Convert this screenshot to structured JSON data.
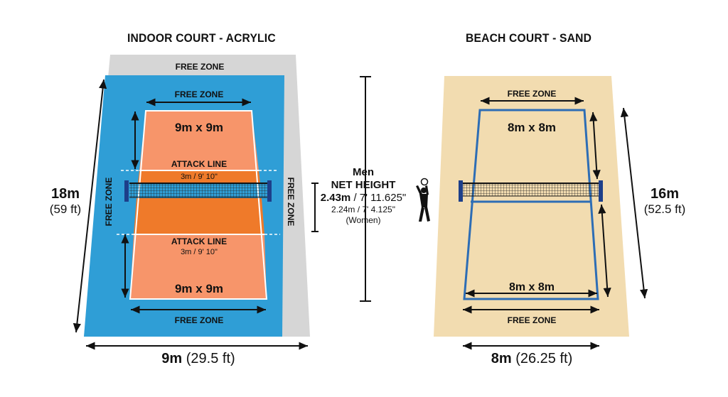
{
  "indoor": {
    "title": "INDOOR COURT - ACRYLIC",
    "free_zone_outer": "FREE ZONE",
    "free_zone_top": "FREE ZONE",
    "free_zone_left": "FREE ZONE",
    "free_zone_right": "FREE ZONE",
    "free_zone_bottom": "FREE ZONE",
    "half_top": "9m x 9m",
    "half_bottom": "9m x 9m",
    "attack_line_top": "ATTACK LINE",
    "attack_line_top_dim": "3m / 9' 10\"",
    "attack_line_bottom": "ATTACK LINE",
    "attack_line_bottom_dim": "3m / 9' 10\"",
    "length_value": "18m",
    "length_imperial": "(59 ft)",
    "width_value": "9m",
    "width_imperial": "(29.5 ft)"
  },
  "net": {
    "men_label": "Men",
    "title": "NET HEIGHT",
    "men_value": "2.43m",
    "men_imperial": "/ 7' 11.625\"",
    "women_value": "2.24m / 7' 4.125\"",
    "women_label": "(Women)"
  },
  "beach": {
    "title": "BEACH COURT - SAND",
    "free_zone_top": "FREE ZONE",
    "free_zone_bottom": "FREE ZONE",
    "half_top": "8m x 8m",
    "half_bottom": "8m x 8m",
    "length_value": "16m",
    "length_imperial": "(52.5 ft)",
    "width_value": "8m",
    "width_imperial": "(26.25 ft)"
  },
  "colors": {
    "indoor_outer": "#d6d6d6",
    "indoor_blue": "#2f9ed6",
    "indoor_court": "#f7956a",
    "indoor_front": "#ef7a2a",
    "beach_sand": "#f2dcb0",
    "beach_line": "#2d6db5",
    "ink": "#111111"
  }
}
